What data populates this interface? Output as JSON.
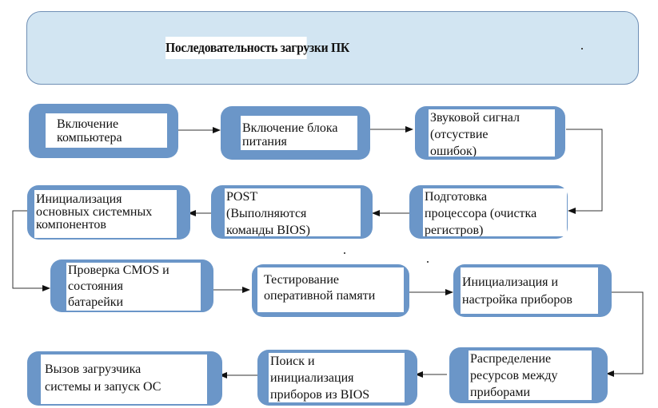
{
  "title": "Последовательность загрузки ПК",
  "colors": {
    "title_fill": "#d2e5f2",
    "node_fill": "#6b96c8",
    "connector": "#333333"
  },
  "nodes": [
    {
      "id": "n1",
      "text": "Включение\nкомпьютера"
    },
    {
      "id": "n2",
      "text": "Включение блока\nпитания"
    },
    {
      "id": "n3",
      "text": "Звуковой сигнал\n(отсуствие\nошибок)"
    },
    {
      "id": "n4",
      "text": "Подготовка\nпроцессора (очистка\nрегистров)"
    },
    {
      "id": "n5",
      "text": "POST\n(Выполняются\nкоманды BIOS)"
    },
    {
      "id": "n6",
      "text": "Инициализация\nосновных системных\nкомпонентов"
    },
    {
      "id": "n7",
      "text": "Проверка CMOS и\nсостояния\nбатарейки"
    },
    {
      "id": "n8",
      "text": "Тестирование\nоперативной памяти"
    },
    {
      "id": "n9",
      "text": "Инициализация и\nнастройка приборов"
    },
    {
      "id": "n10",
      "text": "Распределение\nресурсов между\nприборами"
    },
    {
      "id": "n11",
      "text": "Поиск и\nинициализация\nприборов из BIOS"
    },
    {
      "id": "n12",
      "text": "Вызов загрузчика\nсистемы и запуск ОС"
    }
  ],
  "edges": [
    {
      "from": "n1",
      "to": "n2"
    },
    {
      "from": "n2",
      "to": "n3"
    },
    {
      "from": "n3",
      "to": "n4"
    },
    {
      "from": "n4",
      "to": "n5"
    },
    {
      "from": "n5",
      "to": "n6"
    },
    {
      "from": "n6",
      "to": "n7"
    },
    {
      "from": "n7",
      "to": "n8"
    },
    {
      "from": "n8",
      "to": "n9"
    },
    {
      "from": "n9",
      "to": "n10"
    },
    {
      "from": "n10",
      "to": "n11"
    },
    {
      "from": "n11",
      "to": "n12"
    }
  ]
}
